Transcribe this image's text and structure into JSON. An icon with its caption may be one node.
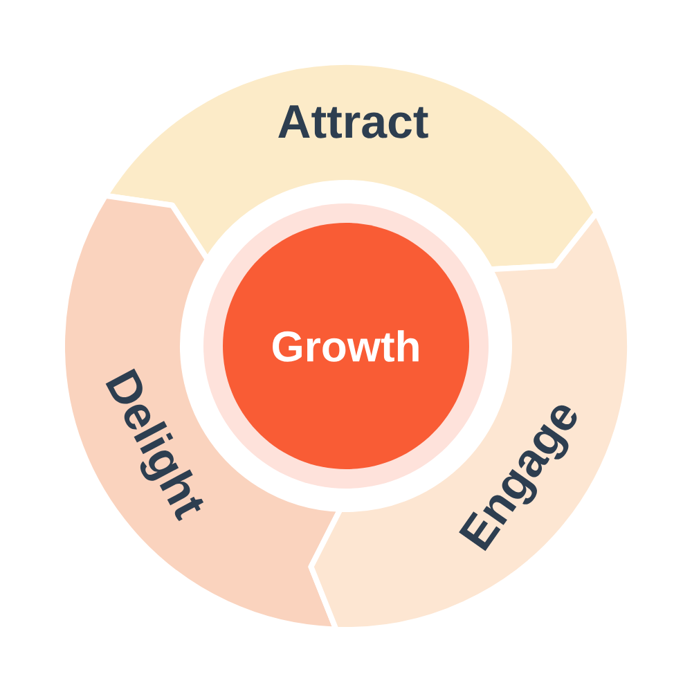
{
  "diagram": {
    "nodes": [
      {
        "text": [
          "Attract"
        ]
      },
      {
        "text": [
          "Growth"
        ]
      },
      {
        "text": [
          "Delight"
        ]
      },
      {
        "text": [
          "Engage"
        ]
      }
    ]
  }
}
